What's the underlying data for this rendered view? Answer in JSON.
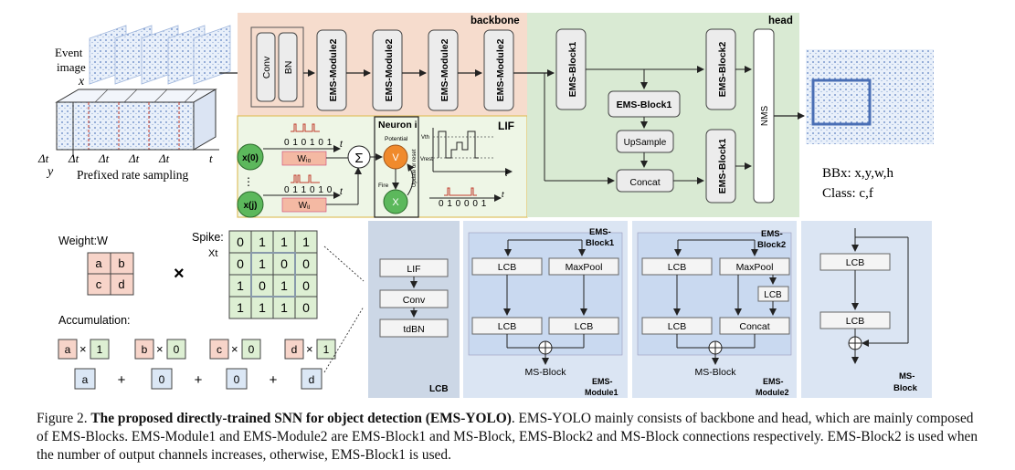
{
  "input": {
    "event_image_line1": "Event",
    "event_image_line2": "image",
    "axis_x": "x",
    "axis_y": "y",
    "axis_t": "t",
    "delta_t": "Δt",
    "sampling_label": "Prefixed rate sampling"
  },
  "backbone": {
    "title": "backbone",
    "conv": "Conv",
    "bn": "BN",
    "module2": "EMS-Module2"
  },
  "lif_panel": {
    "title": "LIF",
    "neuron_title": "Neuron i",
    "x0": "x(0)",
    "xj": "x(j)",
    "vdots": "⋮",
    "w0": "Wᵢ₀",
    "wj": "Wᵢⱼ",
    "spikes_top": "0 1 0 1 0 1",
    "spikes_mid": "0 1 1 0 1 0",
    "spikes_out": "0 1 0 0 0 1",
    "sum": "Σ",
    "v": "V",
    "x": "X",
    "t": "t",
    "potential": "Potential",
    "fire": "Fire",
    "update_reset": "Update or reset",
    "vth": "Vth",
    "vrest": "Vrest"
  },
  "head": {
    "title": "head",
    "block1": "EMS-Block1",
    "block2": "EMS-Block2",
    "upsample": "UpSample",
    "concat": "Concat",
    "nms": "NMS"
  },
  "output": {
    "bbox": "BBx: x,y,w,h",
    "class": "Class:  c,f"
  },
  "accumulation": {
    "weight_label": "Weight:W",
    "spike_label": "Spike:",
    "spike_sub": "Xt",
    "weights": [
      "a",
      "b",
      "c",
      "d"
    ],
    "times": "×",
    "spike_grid": [
      [
        "0",
        "1",
        "1",
        "1"
      ],
      [
        "0",
        "1",
        "0",
        "0"
      ],
      [
        "1",
        "0",
        "1",
        "0"
      ],
      [
        "1",
        "1",
        "1",
        "0"
      ]
    ],
    "acc_label": "Accumulation:",
    "products": [
      [
        "a",
        "1"
      ],
      [
        "b",
        "0"
      ],
      [
        "c",
        "0"
      ],
      [
        "d",
        "1"
      ]
    ],
    "sums": [
      "a",
      "0",
      "0",
      "d"
    ],
    "plus": "+"
  },
  "lcb": {
    "title": "LCB",
    "lif": "LIF",
    "conv": "Conv",
    "tdbn": "tdBN"
  },
  "module1": {
    "block_title_1": "EMS-",
    "block_title_2": "Block1",
    "lcb": "LCB",
    "maxpool": "MaxPool",
    "msblock": "MS-Block",
    "title_1": "EMS-",
    "title_2": "Module1"
  },
  "module2": {
    "block_title_1": "EMS-",
    "block_title_2": "Block2",
    "lcb": "LCB",
    "maxpool": "MaxPool",
    "concat": "Concat",
    "msblock": "MS-Block",
    "title_1": "EMS-",
    "title_2": "Module2"
  },
  "msblock": {
    "lcb": "LCB",
    "title_1": "MS-",
    "title_2": "Block"
  },
  "caption": {
    "prefix": "Figure 2. ",
    "bold": "The proposed directly-trained SNN for object detection (EMS-YOLO)",
    "rest": ". EMS-YOLO mainly consists of backbone and head, which are mainly composed of EMS-Blocks. EMS-Module1 and EMS-Module2 are EMS-Block1 and MS-Block, EMS-Block2 and MS-Block connections respectively. EMS-Block2 is used when the number of output channels increases, otherwise, EMS-Block1 is used."
  },
  "colors": {
    "backbone_bg": "#f6dccd",
    "head_bg": "#d9ead3",
    "lif_bg": "#eef6e6",
    "panel_blue": "#dbe5f3",
    "panel_lcb": "#ccd7e6",
    "inner_blue": "#c9d9f0",
    "orange": "#f08a2c",
    "green": "#5cb85c",
    "weight_red": "#f7d4c9",
    "spike_green": "#ddefd3",
    "sum_blue": "#dbe7f5"
  }
}
